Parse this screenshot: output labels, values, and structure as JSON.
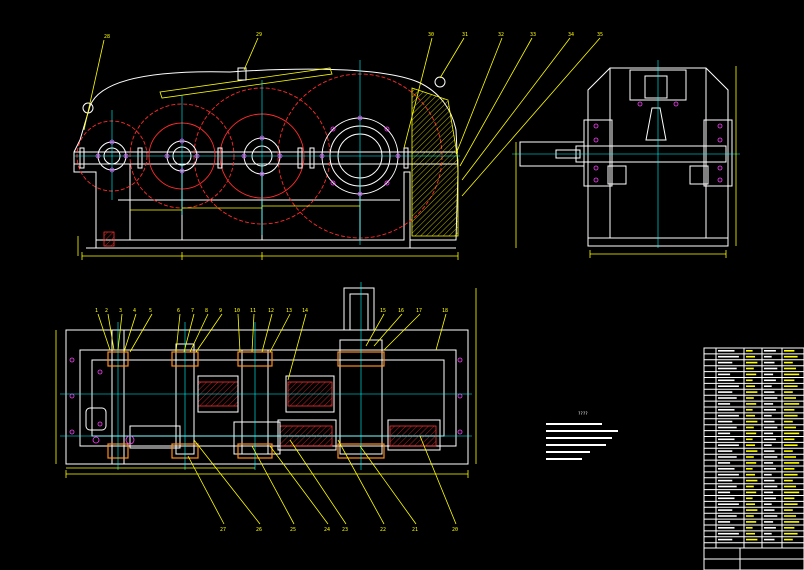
{
  "drawing": {
    "balloons_front": [
      "28",
      "29",
      "30",
      "31",
      "32",
      "33",
      "34",
      "35"
    ],
    "balloons_plan_top": [
      "1",
      "2",
      "3",
      "4",
      "5",
      "6",
      "7",
      "8",
      "9",
      "10",
      "11",
      "12",
      "13",
      "14",
      "15",
      "16",
      "17",
      "18"
    ],
    "balloons_plan_bottom": [
      "27",
      "26",
      "25",
      "24",
      "23",
      "22",
      "21",
      "20"
    ],
    "notes_title": "????",
    "colors": {
      "background": "#000000",
      "outline": "#ffffff",
      "dimension": "#ffff00",
      "gear_centerline": "#ff2a2a",
      "leader": "#00ffff",
      "bolt": "#ff3cff"
    }
  }
}
